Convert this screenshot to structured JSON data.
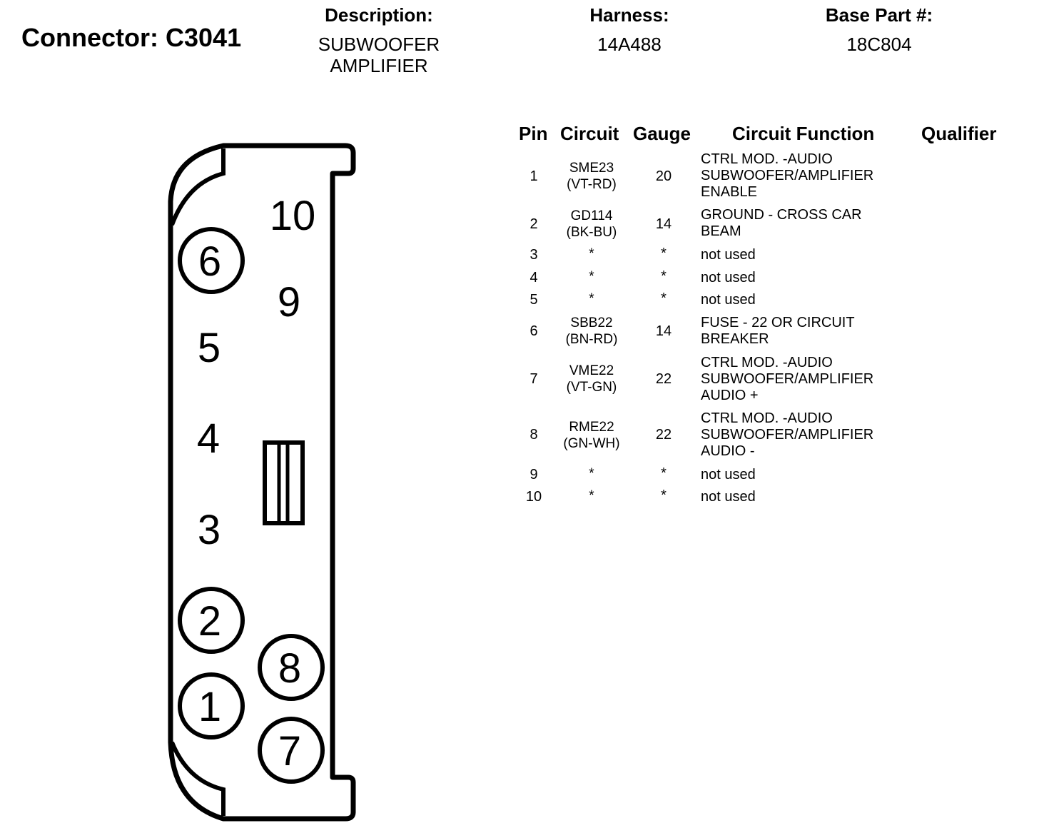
{
  "connector": {
    "label": "Connector:",
    "id": "C3041"
  },
  "description": {
    "label": "Description:",
    "lines": [
      "SUBWOOFER",
      "AMPLIFIER"
    ]
  },
  "harness": {
    "label": "Harness:",
    "value": "14A488"
  },
  "base_part": {
    "label": "Base Part #:",
    "value": "18C804"
  },
  "table": {
    "headers": {
      "pin": "Pin",
      "circuit": "Circuit",
      "gauge": "Gauge",
      "function": "Circuit Function",
      "qualifier": "Qualifier"
    },
    "rows": [
      {
        "pin": "1",
        "circuit": [
          "SME23",
          "(VT-RD)"
        ],
        "gauge": "20",
        "function": [
          "CTRL MOD. -AUDIO",
          "SUBWOOFER/AMPLIFIER",
          "ENABLE"
        ],
        "qualifier": ""
      },
      {
        "pin": "2",
        "circuit": [
          "GD114",
          "(BK-BU)"
        ],
        "gauge": "14",
        "function": [
          "GROUND - CROSS CAR",
          "BEAM"
        ],
        "qualifier": ""
      },
      {
        "pin": "3",
        "circuit": [
          "*"
        ],
        "gauge": "*",
        "function": [
          "not used"
        ],
        "qualifier": ""
      },
      {
        "pin": "4",
        "circuit": [
          "*"
        ],
        "gauge": "*",
        "function": [
          "not used"
        ],
        "qualifier": ""
      },
      {
        "pin": "5",
        "circuit": [
          "*"
        ],
        "gauge": "*",
        "function": [
          "not used"
        ],
        "qualifier": ""
      },
      {
        "pin": "6",
        "circuit": [
          "SBB22",
          "(BN-RD)"
        ],
        "gauge": "14",
        "function": [
          "FUSE - 22 OR CIRCUIT",
          "BREAKER"
        ],
        "qualifier": ""
      },
      {
        "pin": "7",
        "circuit": [
          "VME22",
          "(VT-GN)"
        ],
        "gauge": "22",
        "function": [
          "CTRL MOD. -AUDIO",
          "SUBWOOFER/AMPLIFIER",
          "AUDIO +"
        ],
        "qualifier": ""
      },
      {
        "pin": "8",
        "circuit": [
          "RME22",
          "(GN-WH)"
        ],
        "gauge": "22",
        "function": [
          "CTRL MOD. -AUDIO",
          "SUBWOOFER/AMPLIFIER",
          "AUDIO -"
        ],
        "qualifier": ""
      },
      {
        "pin": "9",
        "circuit": [
          "*"
        ],
        "gauge": "*",
        "function": [
          "not used"
        ],
        "qualifier": ""
      },
      {
        "pin": "10",
        "circuit": [
          "*"
        ],
        "gauge": "*",
        "function": [
          "not used"
        ],
        "qualifier": ""
      }
    ]
  },
  "diagram": {
    "pins": [
      {
        "label": "10",
        "circled": false
      },
      {
        "label": "6",
        "circled": true
      },
      {
        "label": "9",
        "circled": false
      },
      {
        "label": "5",
        "circled": false
      },
      {
        "label": "4",
        "circled": false
      },
      {
        "label": "3",
        "circled": false
      },
      {
        "label": "2",
        "circled": true
      },
      {
        "label": "8",
        "circled": true
      },
      {
        "label": "1",
        "circled": true
      },
      {
        "label": "7",
        "circled": true
      }
    ]
  }
}
